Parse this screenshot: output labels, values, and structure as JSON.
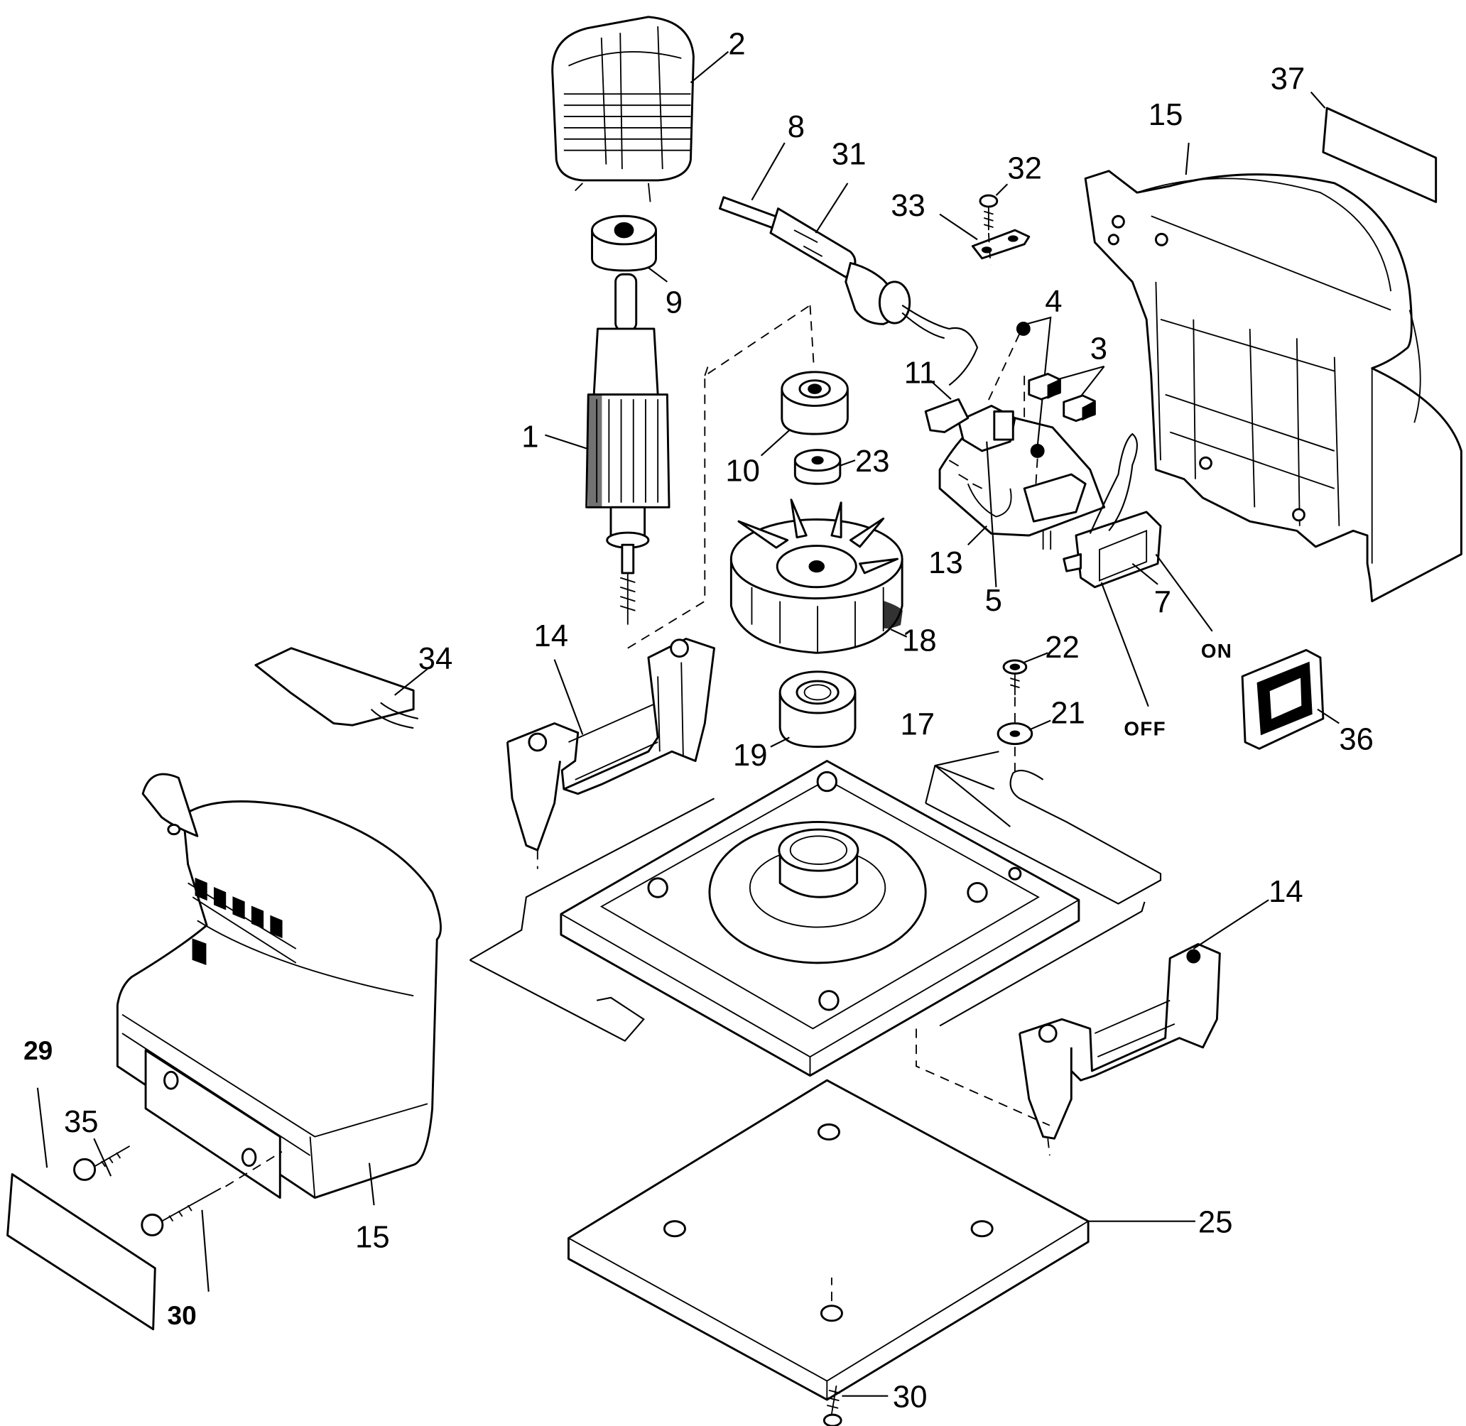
{
  "title": "Orbital sander exploded parts diagram",
  "parts": [
    {
      "id": "armature",
      "label": "1"
    },
    {
      "id": "field",
      "label": "2"
    },
    {
      "id": "carbon-brushes",
      "label": "3"
    },
    {
      "id": "brush-springs",
      "label": "4"
    },
    {
      "id": "brush-holder",
      "label": "5"
    },
    {
      "id": "switch",
      "label": "7"
    },
    {
      "id": "cord",
      "label": "8"
    },
    {
      "id": "bearing-upper",
      "label": "9"
    },
    {
      "id": "bearing-10",
      "label": "10"
    },
    {
      "id": "terminal",
      "label": "11"
    },
    {
      "id": "brush-plate",
      "label": "13"
    },
    {
      "id": "foot-left",
      "label": "14"
    },
    {
      "id": "foot-right",
      "label": "14"
    },
    {
      "id": "housing-right",
      "label": "15"
    },
    {
      "id": "housing-left",
      "label": "15"
    },
    {
      "id": "fastener-set",
      "label": "17"
    },
    {
      "id": "fan",
      "label": "18"
    },
    {
      "id": "bearing-19",
      "label": "19"
    },
    {
      "id": "washer",
      "label": "21"
    },
    {
      "id": "screw-22",
      "label": "22"
    },
    {
      "id": "spacer",
      "label": "23"
    },
    {
      "id": "pad",
      "label": "25"
    },
    {
      "id": "nameplate",
      "label": "29"
    },
    {
      "id": "screw-30-left",
      "label": "30"
    },
    {
      "id": "screw-30-bottom",
      "label": "30"
    },
    {
      "id": "strain-relief",
      "label": "31"
    },
    {
      "id": "screw-32",
      "label": "32"
    },
    {
      "id": "cord-clamp",
      "label": "33"
    },
    {
      "id": "dust-bag",
      "label": "34"
    },
    {
      "id": "screw-35",
      "label": "35"
    },
    {
      "id": "switch-cover",
      "label": "36"
    },
    {
      "id": "label-plate",
      "label": "37"
    }
  ],
  "switch_states": {
    "on": "ON",
    "off": "OFF"
  }
}
